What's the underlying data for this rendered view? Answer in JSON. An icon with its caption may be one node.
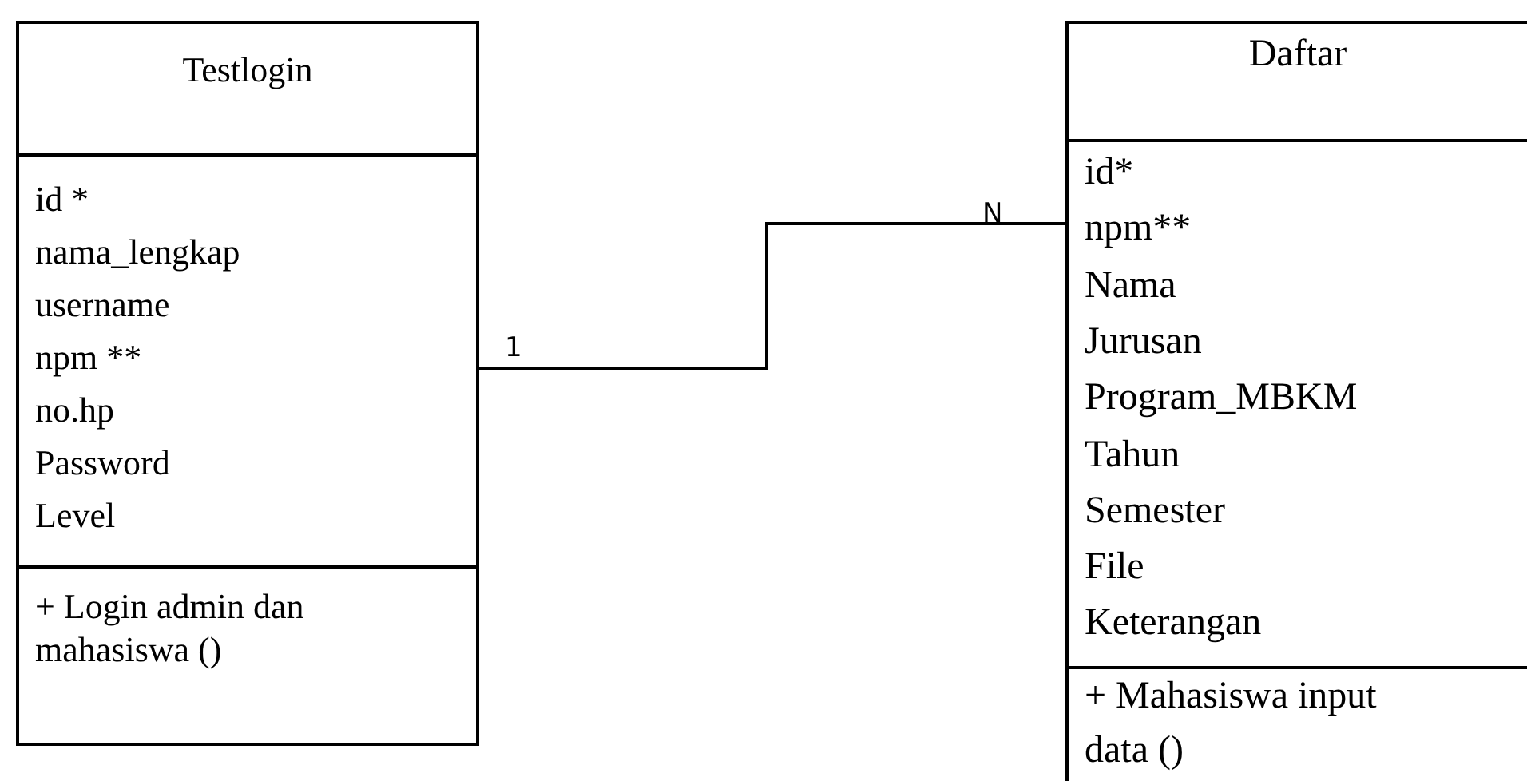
{
  "diagram": {
    "nodes": [
      {
        "text": [
          "Testlogin"
        ]
      },
      {
        "text": [
          "id *",
          "nama_lengkap",
          "username",
          "npm **",
          "no.hp",
          "Password",
          "Level"
        ],
        "in": 0
      },
      {
        "text": [
          "+ Login admin dan mahasiswa ()"
        ],
        "in": 0
      },
      {
        "text": [
          "Daftar"
        ]
      },
      {
        "text": [
          "id*",
          "npm**",
          "Nama",
          "Jurusan",
          "Program_MBKM",
          "Tahun",
          "Semester",
          "File",
          "Keterangan"
        ],
        "in": 3
      },
      {
        "text": [
          "+ Mahasiswa input data ()"
        ],
        "in": 3
      }
    ],
    "edges": [
      {
        "from": 1,
        "to": 4,
        "arrow": "none"
      }
    ],
    "labels": [
      "1",
      "N"
    ]
  }
}
